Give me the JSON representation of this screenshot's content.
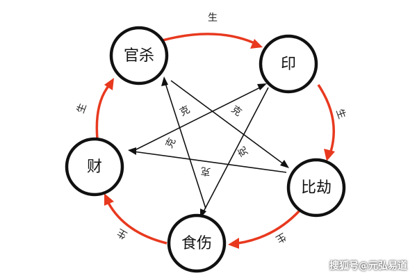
{
  "nodes": {
    "guansha": "官杀",
    "yin": "印",
    "bijie": "比劫",
    "shishang": "食伤",
    "cai": "财"
  },
  "cycle_labels": {
    "guansha_to_yin": "生",
    "yin_to_bijie": "生",
    "bijie_to_shishang": "生",
    "shishang_to_cai": "生",
    "cai_to_guansha": "生"
  },
  "star_labels": {
    "guansha_ke_shishang": "克",
    "yin_ke_shishang": "克",
    "guansha_ke_bijie": "克",
    "yin_ke_cai": "克",
    "bijie_ke_cai": "克"
  },
  "colors": {
    "cycle": "#e8391f",
    "control": "#111111"
  },
  "watermark": "搜狐号@元弘易道"
}
